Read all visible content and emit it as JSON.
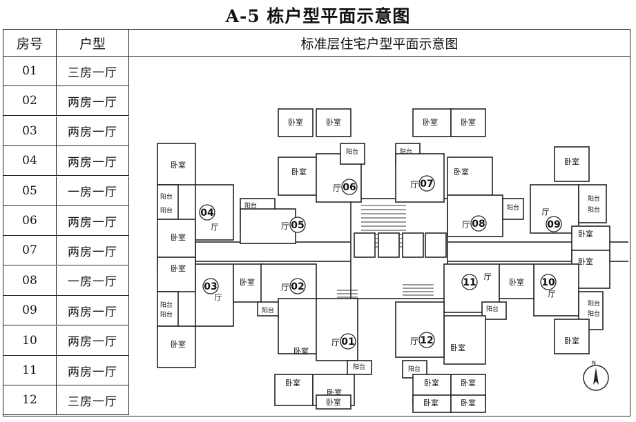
{
  "title": "A-5 栋户型平面示意图",
  "table": {
    "headers": {
      "number": "房号",
      "type": "户型",
      "plan": "标准层住宅户型平面示意图"
    },
    "rows": [
      {
        "number": "01",
        "type": "三房一厅"
      },
      {
        "number": "02",
        "type": "两房一厅"
      },
      {
        "number": "03",
        "type": "两房一厅"
      },
      {
        "number": "04",
        "type": "两房一厅"
      },
      {
        "number": "05",
        "type": "一房一厅"
      },
      {
        "number": "06",
        "type": "两房一厅"
      },
      {
        "number": "07",
        "type": "两房一厅"
      },
      {
        "number": "08",
        "type": "一房一厅"
      },
      {
        "number": "09",
        "type": "两房一厅"
      },
      {
        "number": "10",
        "type": "两房一厅"
      },
      {
        "number": "11",
        "type": "两房一厅"
      },
      {
        "number": "12",
        "type": "三房一厅"
      }
    ]
  },
  "plan_labels": {
    "bedroom": "卧室",
    "hall": "厅",
    "balcony": "阳台",
    "balcony_split_1": "阳",
    "balcony_split_2": "台",
    "compass_n": "N",
    "units": [
      "01",
      "02",
      "03",
      "04",
      "05",
      "06",
      "07",
      "08",
      "09",
      "10",
      "11",
      "12"
    ]
  }
}
